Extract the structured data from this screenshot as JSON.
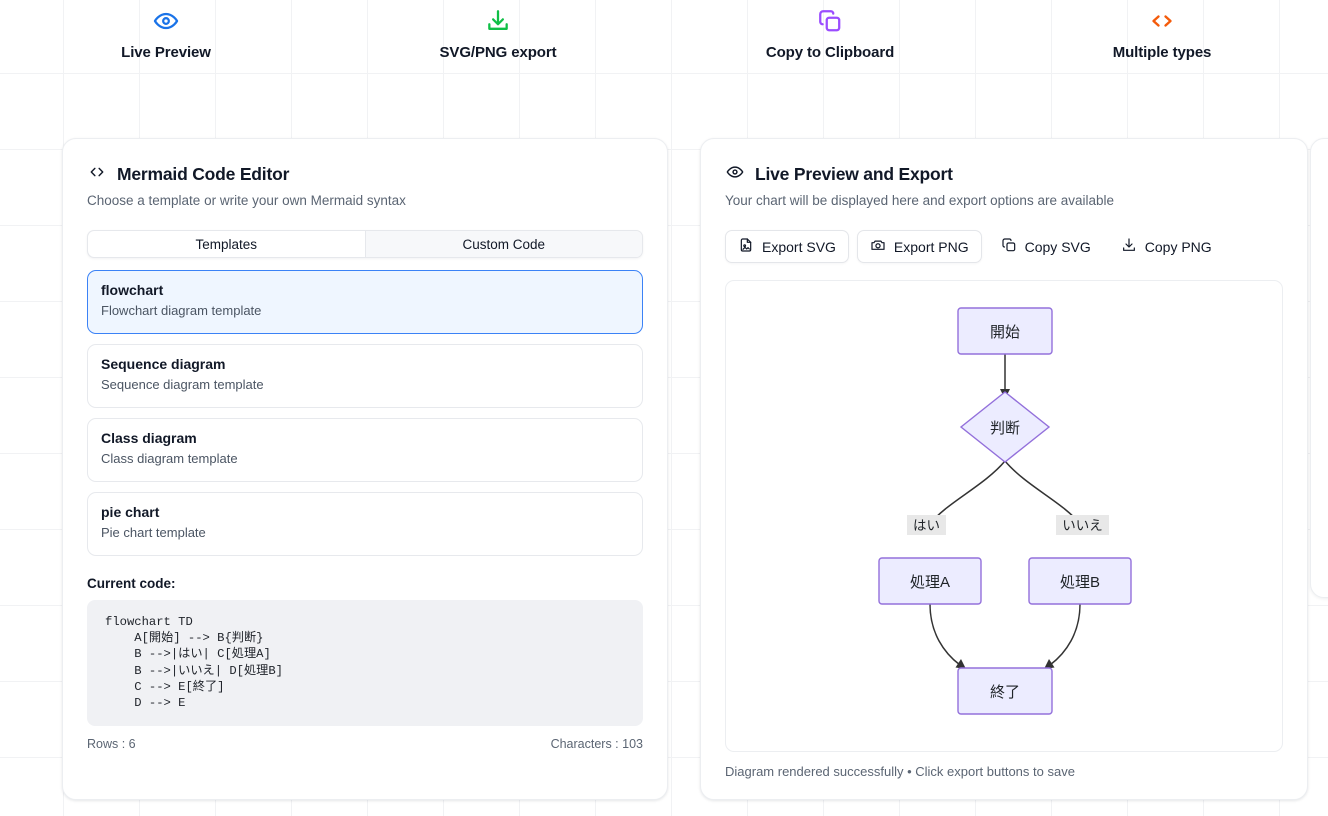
{
  "features": [
    {
      "icon": "eye-icon",
      "label": "Live Preview",
      "color": "#1a73e8"
    },
    {
      "icon": "download-icon",
      "label": "SVG/PNG export",
      "color": "#0fbf46"
    },
    {
      "icon": "copy-icon",
      "label": "Copy to Clipboard",
      "color": "#9b4dff"
    },
    {
      "icon": "code-icon",
      "label": "Multiple types",
      "color": "#f45b0b"
    }
  ],
  "editor": {
    "title": "Mermaid Code Editor",
    "title_icon": "code-icon",
    "subtitle": "Choose a template or write your own Mermaid syntax",
    "tabs": [
      {
        "label": "Templates",
        "active": true
      },
      {
        "label": "Custom Code",
        "active": false
      }
    ],
    "templates": [
      {
        "name": "flowchart",
        "desc": "Flowchart diagram template",
        "selected": true
      },
      {
        "name": "Sequence diagram",
        "desc": "Sequence diagram template",
        "selected": false
      },
      {
        "name": "Class diagram",
        "desc": "Class diagram template",
        "selected": false
      },
      {
        "name": "pie chart",
        "desc": "Pie chart template",
        "selected": false
      }
    ],
    "current_code_label": "Current code:",
    "code": "flowchart TD\n    A[開始] --> B{判断}\n    B -->|はい| C[処理A]\n    B -->|いいえ| D[処理B]\n    C --> E[終了]\n    D --> E",
    "rows_label": "Rows : 6",
    "chars_label": "Characters : 103"
  },
  "preview": {
    "title": "Live Preview and Export",
    "title_icon": "eye-icon",
    "subtitle": "Your chart will be displayed here and export options are available",
    "buttons": [
      {
        "label": "Export SVG",
        "icon": "image-file-icon",
        "outlined": true
      },
      {
        "label": "Export PNG",
        "icon": "camera-icon",
        "outlined": true
      },
      {
        "label": "Copy SVG",
        "icon": "copy-icon",
        "outlined": false
      },
      {
        "label": "Copy PNG",
        "icon": "download-icon",
        "outlined": false
      }
    ],
    "status": "Diagram rendered successfully • Click export buttons to save"
  },
  "diagram": {
    "type": "flowchart",
    "direction": "TD",
    "node_fill": "#ECECFF",
    "node_stroke": "#9370DB",
    "edge_color": "#333333",
    "nodes": [
      {
        "id": "A",
        "label": "開始",
        "shape": "rect"
      },
      {
        "id": "B",
        "label": "判断",
        "shape": "diamond"
      },
      {
        "id": "C",
        "label": "処理A",
        "shape": "rect"
      },
      {
        "id": "D",
        "label": "処理B",
        "shape": "rect"
      },
      {
        "id": "E",
        "label": "終了",
        "shape": "rect"
      }
    ],
    "edges": [
      {
        "from": "A",
        "to": "B",
        "label": ""
      },
      {
        "from": "B",
        "to": "C",
        "label": "はい"
      },
      {
        "from": "B",
        "to": "D",
        "label": "いいえ"
      },
      {
        "from": "C",
        "to": "E",
        "label": ""
      },
      {
        "from": "D",
        "to": "E",
        "label": ""
      }
    ]
  }
}
